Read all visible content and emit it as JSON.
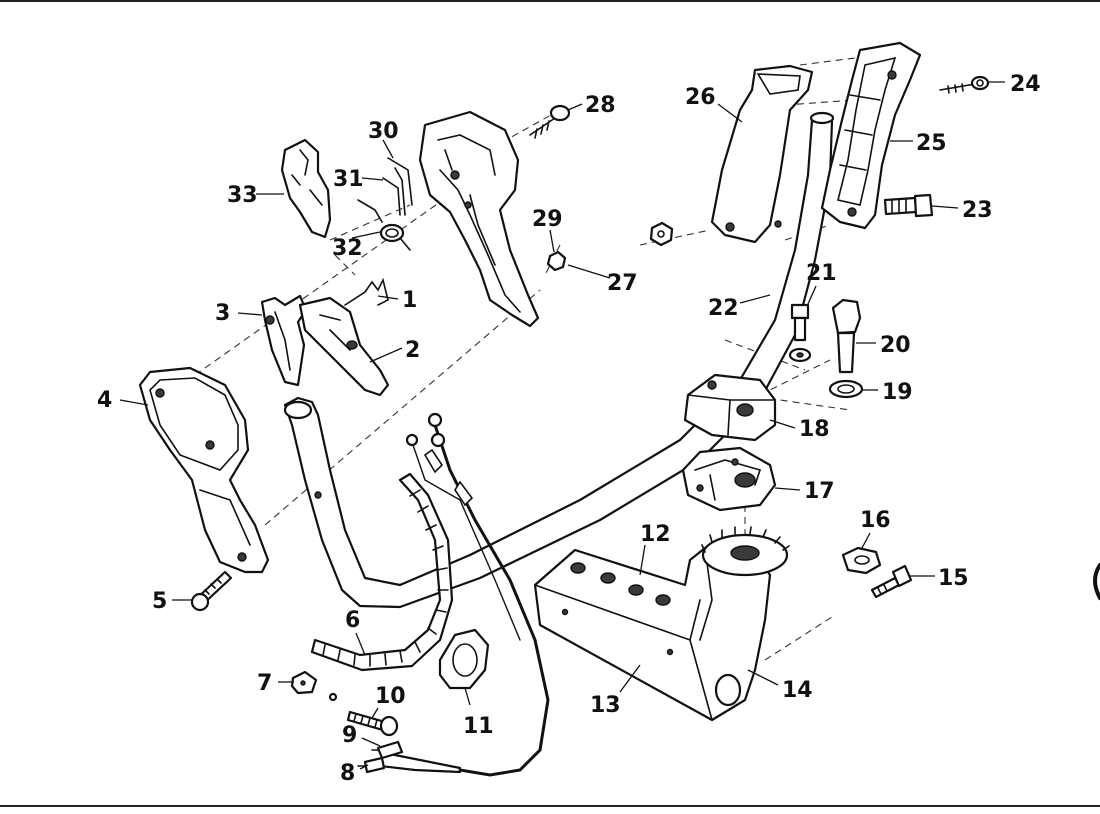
{
  "callouts": {
    "c1": "1",
    "c2": "2",
    "c3": "3",
    "c4": "4",
    "c5": "5",
    "c6": "6",
    "c7": "7",
    "c8": "8",
    "c9": "9",
    "c10": "10",
    "c11": "11",
    "c12": "12",
    "c13": "13",
    "c14": "14",
    "c15": "15",
    "c16": "16",
    "c17": "17",
    "c18": "18",
    "c19": "19",
    "c20": "20",
    "c21": "21",
    "c22": "22",
    "c23": "23",
    "c24": "24",
    "c25": "25",
    "c26": "26",
    "c27": "27",
    "c28": "28",
    "c29": "29",
    "c30": "30",
    "c31": "31",
    "c32": "32",
    "c33": "33"
  },
  "colors": {
    "ink": "#111111",
    "paper": "#ffffff"
  }
}
